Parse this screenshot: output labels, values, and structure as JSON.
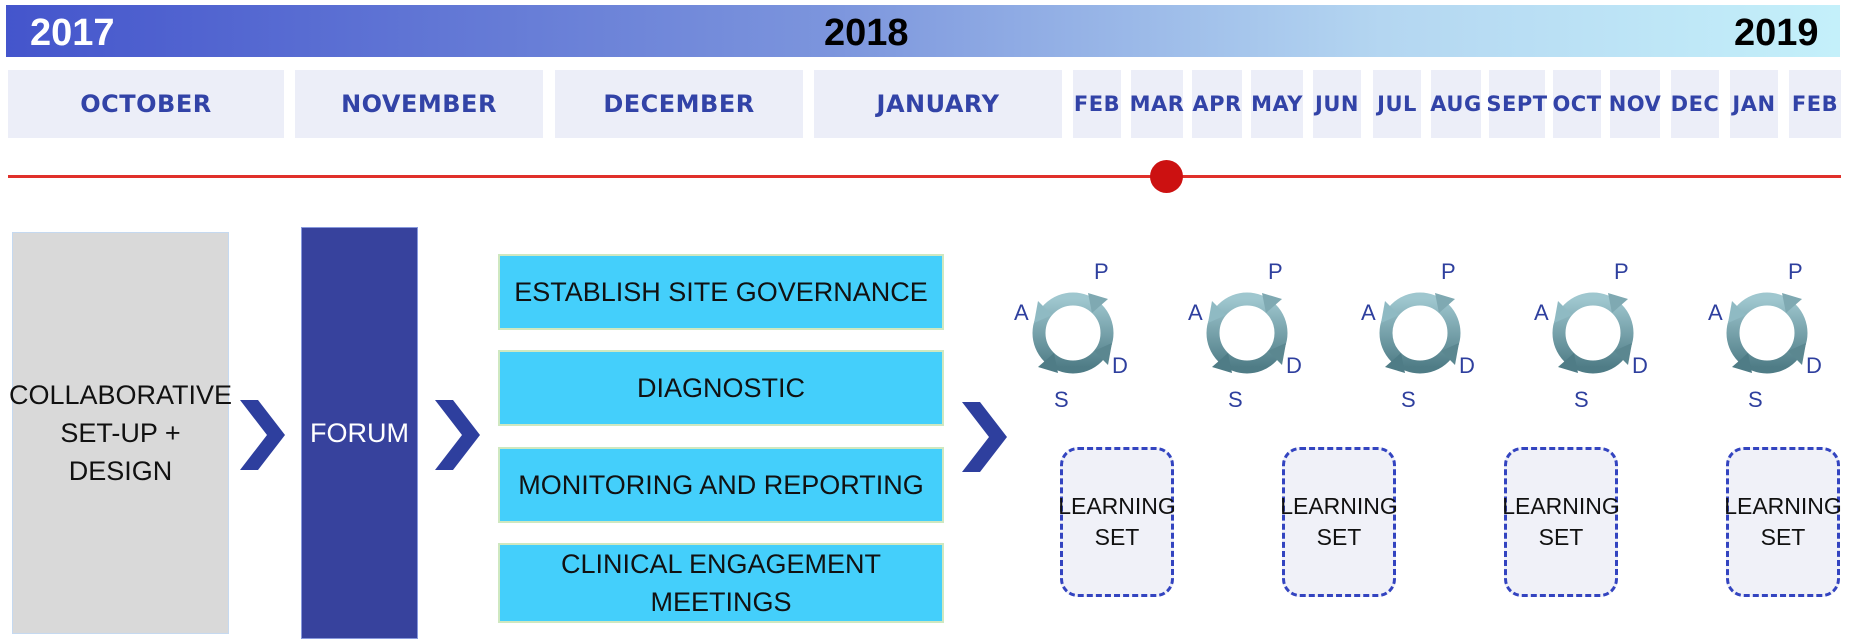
{
  "years": [
    "2017",
    "2018",
    "2019"
  ],
  "months": [
    "OCTOBER",
    "NOVEMBER",
    "DECEMBER",
    "JANUARY",
    "FEB",
    "MAR",
    "APR",
    "MAY",
    "JUN",
    "JUL",
    "AUG",
    "SEPT",
    "OCT",
    "NOV",
    "DEC",
    "JAN",
    "FEB"
  ],
  "flow": {
    "setup": {
      "line1": "COLLABORATIVE",
      "line2": "SET-UP + DESIGN"
    },
    "forum": "FORUM",
    "steps": [
      "ESTABLISH SITE GOVERNANCE",
      "DIAGNOSTIC",
      "MONITORING AND REPORTING",
      "CLINICAL ENGAGEMENT MEETINGS"
    ]
  },
  "pdsa_cycle": {
    "p": "P",
    "d": "D",
    "s": "S",
    "a": "A"
  },
  "learning_set": {
    "line1": "LEARNING",
    "line2": "SET"
  },
  "colors": {
    "forum": "#37429d",
    "steps": "#44cffb",
    "timeline": "#e0302a",
    "months_text": "#3243a7",
    "arrow": "#2e3f9e"
  }
}
